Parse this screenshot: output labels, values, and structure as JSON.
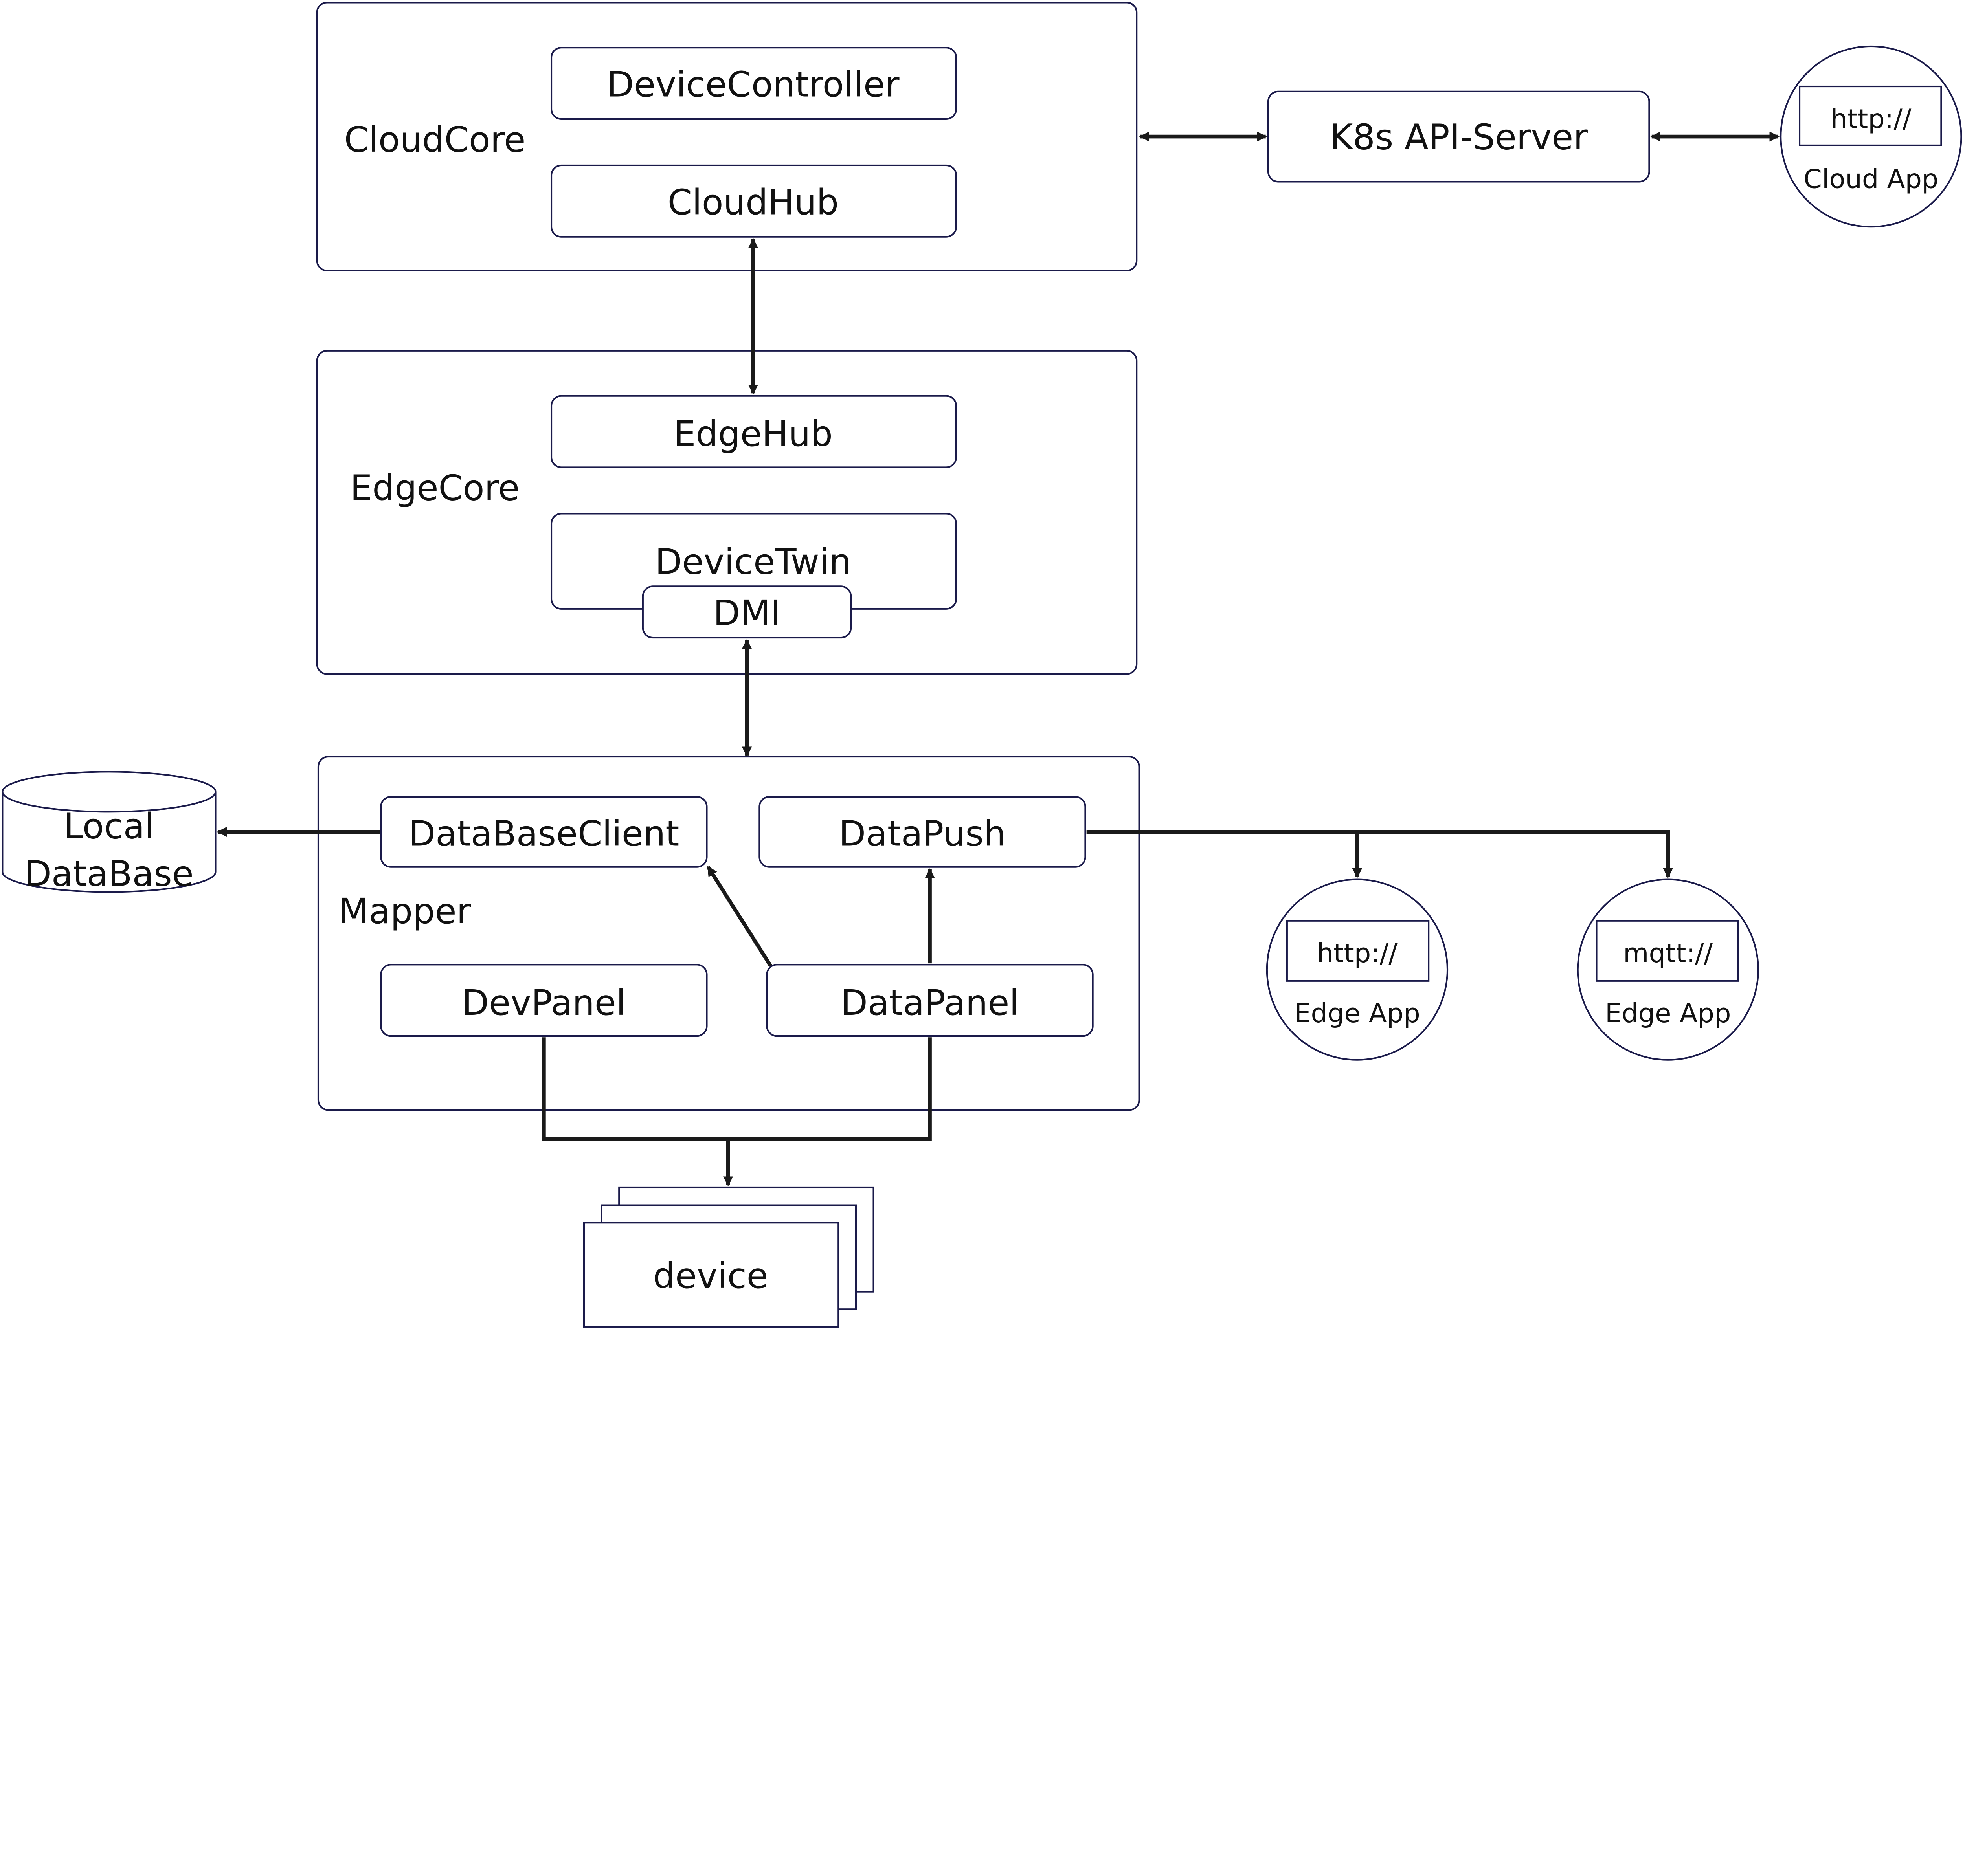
{
  "cloudcore": {
    "label": "CloudCore",
    "device_controller": "DeviceController",
    "cloudhub": "CloudHub"
  },
  "k8s": {
    "label": "K8s API-Server"
  },
  "cloud_app": {
    "url": "http://",
    "label": "Cloud App"
  },
  "edgecore": {
    "label": "EdgeCore",
    "edgehub": "EdgeHub",
    "devicetwin": "DeviceTwin",
    "dmi": "DMI"
  },
  "mapper": {
    "label": "Mapper",
    "database_client": "DataBaseClient",
    "datapush": "DataPush",
    "devpanel": "DevPanel",
    "datapanel": "DataPanel"
  },
  "local_db": {
    "line1": "Local",
    "line2": "DataBase"
  },
  "edge_app_http": {
    "url": "http://",
    "label": "Edge App"
  },
  "edge_app_mqtt": {
    "url": "mqtt://",
    "label": "Edge App"
  },
  "device": {
    "label": "device"
  },
  "colors": {
    "border": "#1a1a4a",
    "arrow": "#1a1a1a"
  }
}
